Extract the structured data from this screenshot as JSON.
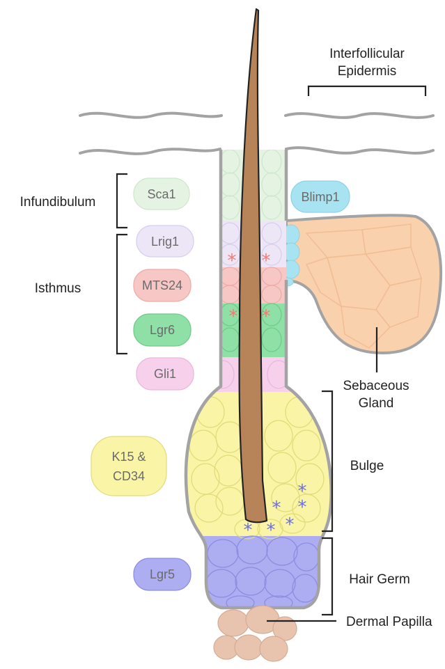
{
  "regions": {
    "interfollicular": [
      "Interfollicular",
      "Epidermis"
    ],
    "infundibulum": "Infundibulum",
    "isthmus": "Isthmus",
    "sebaceous": [
      "Sebaceous",
      "Gland"
    ],
    "bulge": "Bulge",
    "hair_germ": "Hair Germ",
    "dermal_papilla": "Dermal Papilla"
  },
  "markers": {
    "sca1": "Sca1",
    "blimp1": "Blimp1",
    "lrig1": "Lrig1",
    "mts24": "MTS24",
    "lgr6": "Lgr6",
    "gli1": "Gli1",
    "k15_cd34": [
      "K15 &",
      "CD34"
    ],
    "lgr5": "Lgr5"
  },
  "symbols": {
    "asterisk": "*"
  },
  "colors": {
    "sca1": "#e4f3e2",
    "blimp1": "#a8e3f2",
    "lrig1": "#ece6f7",
    "mts24": "#f7c7c5",
    "lgr6": "#8fe0a6",
    "gli1": "#f7d1ec",
    "k15_cd34": "#faf5a6",
    "lgr5": "#adadf2",
    "sebaceous": "#f9d1ad",
    "papilla": "#e8c4ae",
    "hair": "#b7845a",
    "outline": "#a3a3a3",
    "asterisk_red": "#f07b73",
    "asterisk_blue": "#6d6de8"
  }
}
